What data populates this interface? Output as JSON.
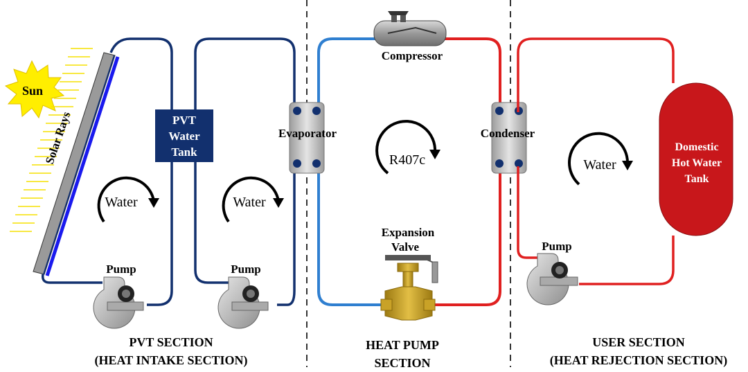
{
  "labels": {
    "sun": "Sun",
    "solar_rays": "Solar Rays",
    "pvt_tank": [
      "PVT",
      "Water",
      "Tank"
    ],
    "water_1": "Water",
    "water_2": "Water",
    "water_3": "Water",
    "pump_1": "Pump",
    "pump_2": "Pump",
    "pump_3": "Pump",
    "evaporator": "Evaporator",
    "condenser": "Condenser",
    "compressor": "Compressor",
    "refrigerant": "R407c",
    "expansion_valve": [
      "Expansion",
      "Valve"
    ],
    "hot_water_tank": [
      "Domestic",
      "Hot Water",
      "Tank"
    ]
  },
  "sections": {
    "pvt": [
      "PVT SECTION",
      "(HEAT INTAKE SECTION)"
    ],
    "heat_pump": [
      "HEAT PUMP",
      "SECTION"
    ],
    "user": [
      "USER SECTION",
      "(HEAT REJECTION SECTION)"
    ]
  },
  "colors": {
    "dark_blue_pipe": "#12306e",
    "blue_pipe": "#2f7fd0",
    "red_pipe": "#e02020",
    "tank_red": "#c8171b",
    "tank_navy": "#12306e",
    "sun_yellow": "#ffee00",
    "valve_gold": "#c9a227"
  }
}
